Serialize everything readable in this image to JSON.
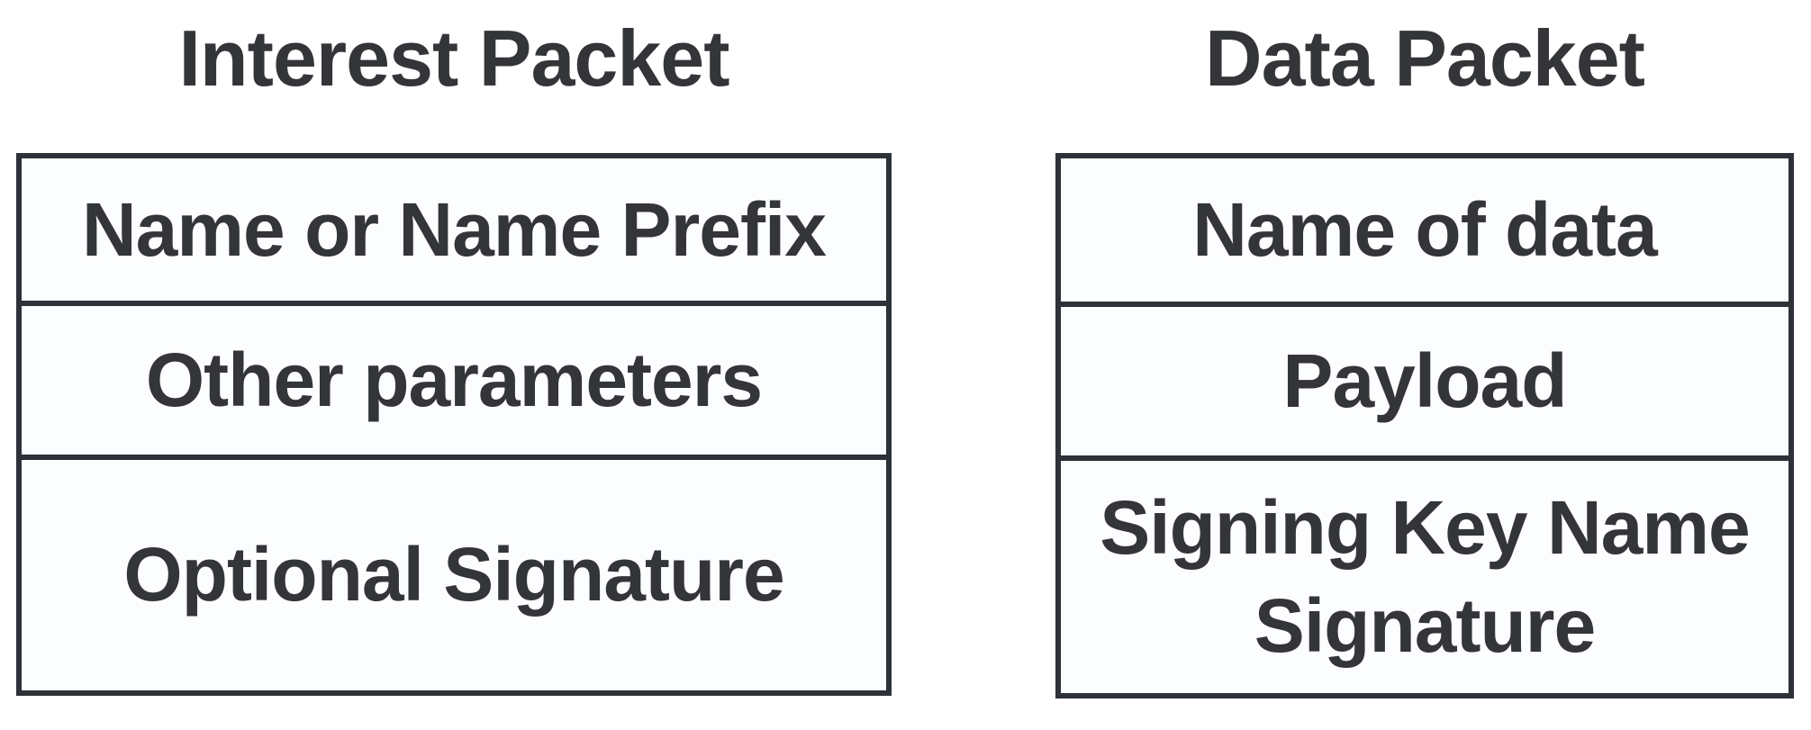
{
  "packets": [
    {
      "name": "interest-packet",
      "title": "Interest Packet",
      "rows": [
        {
          "lines": [
            "Name or Name Prefix"
          ]
        },
        {
          "lines": [
            "Other parameters"
          ]
        },
        {
          "lines": [
            "Optional Signature"
          ]
        }
      ]
    },
    {
      "name": "data-packet",
      "title": "Data Packet",
      "rows": [
        {
          "lines": [
            "Name of data"
          ]
        },
        {
          "lines": [
            "Payload"
          ]
        },
        {
          "lines": [
            "Signing Key Name",
            "Signature"
          ]
        }
      ]
    }
  ],
  "colors": {
    "border": "#2d3138",
    "text": "#333538",
    "box_fill": "#fcfdfe",
    "background": "#ffffff"
  }
}
